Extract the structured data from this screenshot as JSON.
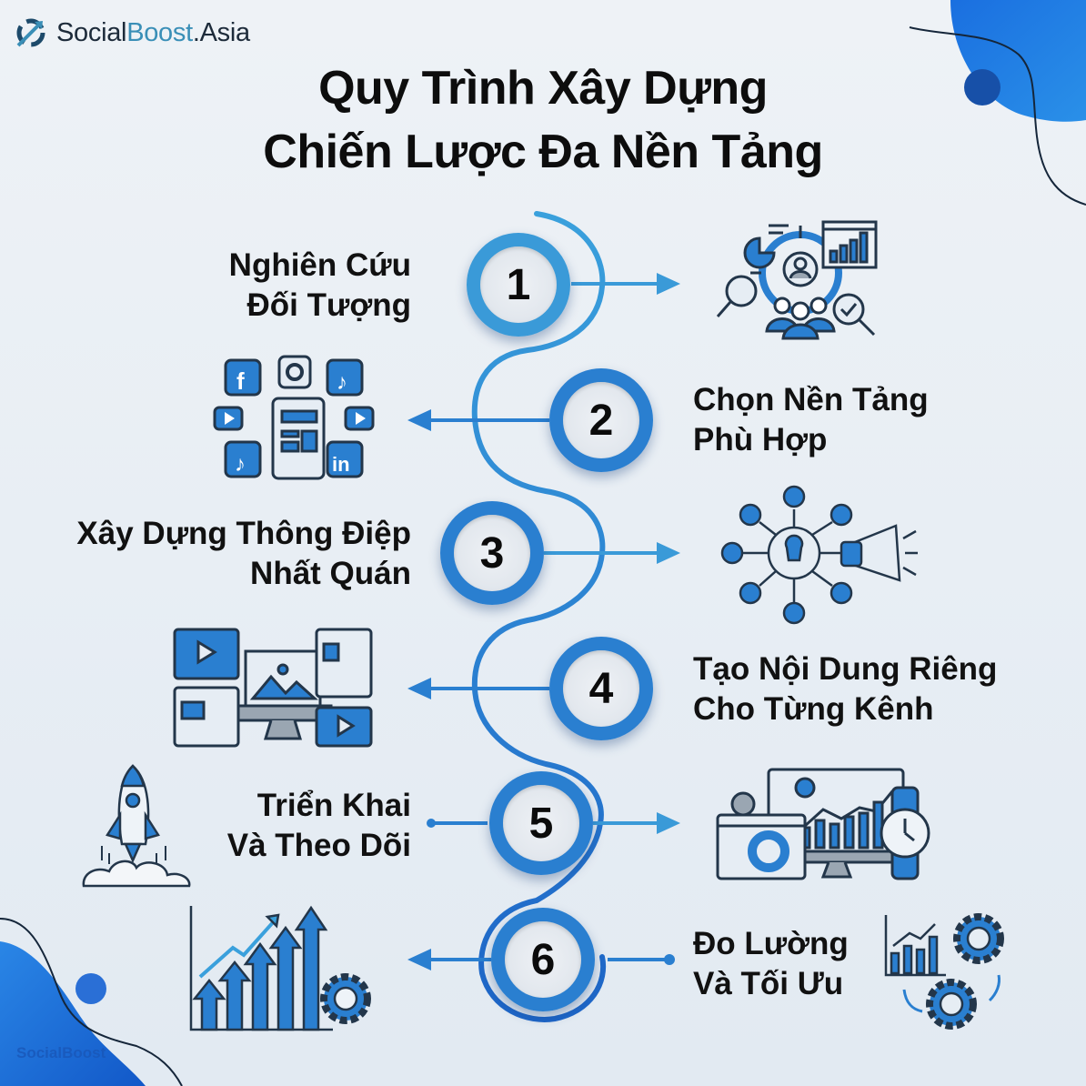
{
  "brand": {
    "logo_part1": "Social",
    "logo_part2": "Boost",
    "logo_part3": ".Asia",
    "watermark": "SocialBoost"
  },
  "title": {
    "line1": "Quy Trình Xây Dựng",
    "line2": "Chiến Lược Đa Nền Tảng"
  },
  "steps": [
    {
      "number": "1",
      "label_line1": "Nghiên Cứu",
      "label_line2": "Đối Tượng",
      "icon": "audience-research-icon",
      "side": "left-label"
    },
    {
      "number": "2",
      "label_line1": "Chọn Nền Tảng",
      "label_line2": "Phù Hợp",
      "icon": "social-platforms-icon",
      "side": "right-label"
    },
    {
      "number": "3",
      "label_line1": "Xây Dựng Thông Điệp",
      "label_line2": "Nhất Quán",
      "icon": "idea-megaphone-icon",
      "side": "left-label"
    },
    {
      "number": "4",
      "label_line1": "Tạo Nội Dung Riêng",
      "label_line2": "Cho Từng Kênh",
      "icon": "multi-screen-content-icon",
      "side": "right-label"
    },
    {
      "number": "5",
      "label_line1": "Triển Khai",
      "label_line2": "Và Theo Dõi",
      "icon": "dashboard-watch-icon",
      "side": "left-label"
    },
    {
      "number": "6",
      "label_line1": "Đo Lường",
      "label_line2": "Và Tối Ưu",
      "icon": "growth-arrows-gear-icon",
      "side": "right-label"
    }
  ],
  "colors": {
    "primary_blue": "#2a7fd0",
    "light_blue": "#3a9ad8",
    "dark_text": "#111111",
    "background": "#eef2f6"
  }
}
